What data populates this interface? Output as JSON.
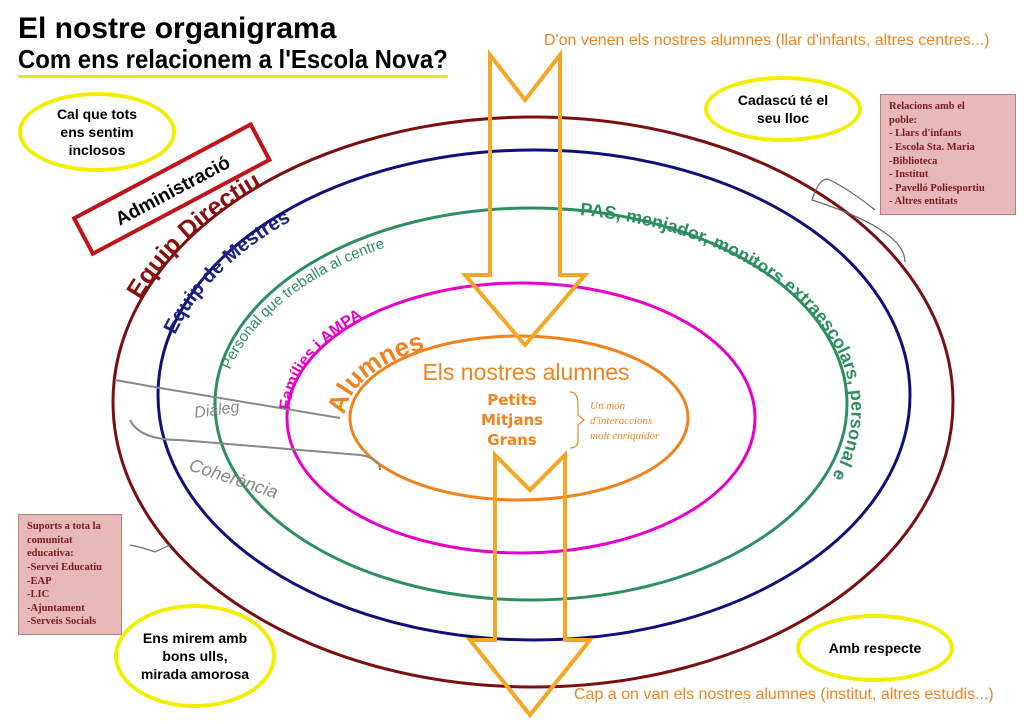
{
  "title": {
    "line1": "El nostre organigrama",
    "line2": "Com ens relacionem a l'Escola Nova?"
  },
  "top_caption": "D'on venen els nostres alumnes (llar d'infants, altres centres...)",
  "bottom_caption": "Cap a on van els nostres alumnes (institut, altres estudis...)",
  "bubbles": {
    "inclosos": "Cal que tots\nens sentim\ninclosos",
    "lloc": "Cadascú té el\nseu lloc",
    "mirem": "Ens mirem amb\nbons ulls,\nmirada amorosa",
    "respecte": "Amb respecte"
  },
  "box_poble": "Relacions amb el\npoble:\n- Llars d'infants\n- Escola Sta. Maria\n-Biblioteca\n- Institut\n- Pavelló Poliesportiu\n- Altres entitats",
  "box_suports": "Suports a tota la\ncomunitat\neducativa:\n-Servei Educatiu\n-EAP\n-LIC\n-Ajuntament\n-Serveis Socials",
  "rings": {
    "administracio": "Administració",
    "equip_directiu": "Equip Directiu",
    "equip_mestres": "Equip de Mestres",
    "personal": "Personal que treballa al centre",
    "pas": "PAS, menjador, monitors extraescolars, personal en pràctiques...",
    "families": "Famílies i AMPA",
    "alumnes": "Alumnes"
  },
  "center": {
    "title": "Els nostres alumnes",
    "groups": [
      "Petits",
      "Mitjans",
      "Grans"
    ],
    "note": [
      "Un món",
      "d'interaccions",
      "molt enriquidor"
    ]
  },
  "labels": {
    "dialeg": "Diàleg",
    "coherencia": "Coherència"
  },
  "colors": {
    "outer": "#7a0f0f",
    "blue": "#10107a",
    "green": "#2e8f5e",
    "magenta": "#e600c8",
    "orange": "#f0831e",
    "yellow": "#f2ee00"
  }
}
